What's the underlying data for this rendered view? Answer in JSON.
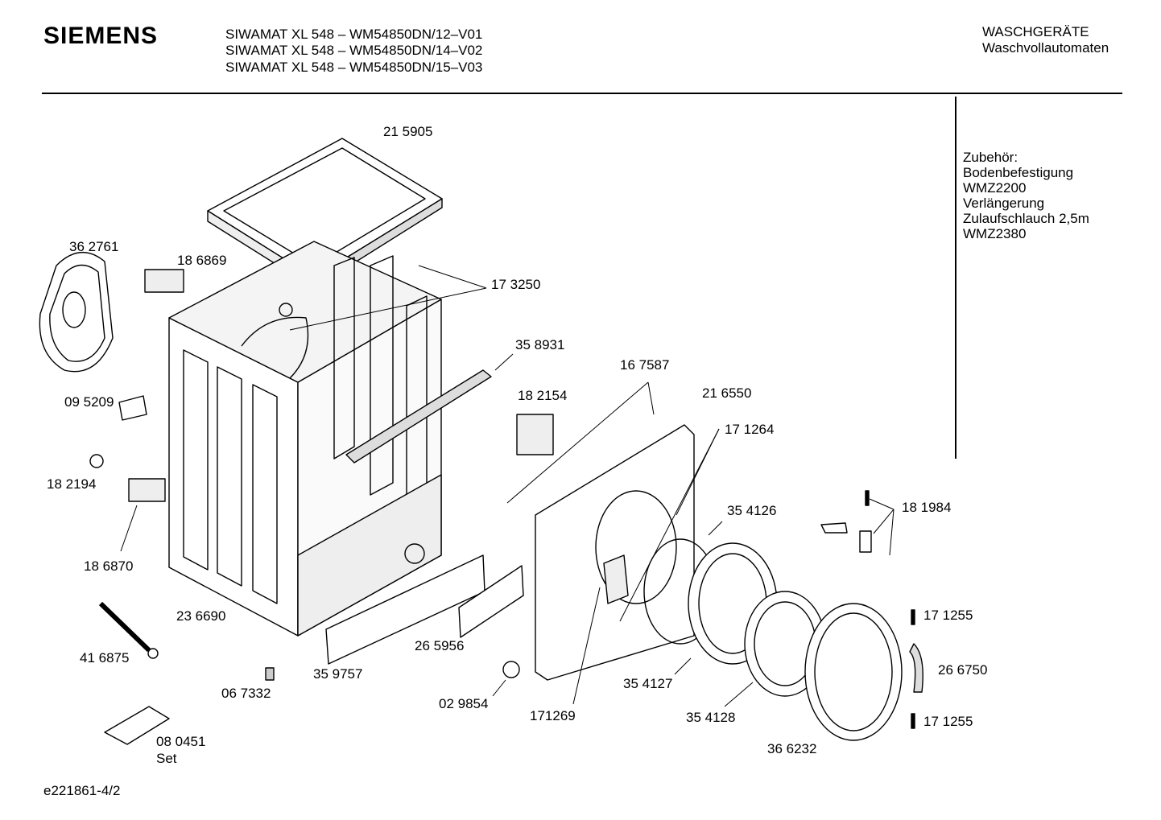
{
  "header": {
    "brand": "SIEMENS",
    "models": [
      "SIWAMAT XL 548 – WM54850DN/12–V01",
      "SIWAMAT XL 548 – WM54850DN/14–V02",
      "SIWAMAT XL 548 – WM54850DN/15–V03"
    ],
    "category": "WASCHGERÄTE",
    "subcategory": "Waschvollautomaten"
  },
  "accessories": {
    "title": "Zubehör:",
    "lines": [
      "Bodenbefestigung",
      "WMZ2200",
      "Verlängerung",
      "Zulaufschlauch 2,5m",
      "WMZ2380"
    ]
  },
  "parts": {
    "p215905": "21 5905",
    "p362761": "36 2761",
    "p186869": "18 6869",
    "p173250": "17 3250",
    "p358931": "35 8931",
    "p167587": "16 7587",
    "p182154": "18 2154",
    "p216550": "21 6550",
    "p095209": "09 5209",
    "p171264": "17 1264",
    "p182194": "18 2194",
    "p354126": "35 4126",
    "p181984": "18 1984",
    "p186870": "18 6870",
    "p236690": "23 6690",
    "p171255a": "17 1255",
    "p265956": "26 5956",
    "p416875": "41 6875",
    "p359757": "35 9757",
    "p266750": "26 6750",
    "p354127": "35 4127",
    "p067332": "06 7332",
    "p029854": "02 9854",
    "p171269": "171269",
    "p354128": "35 4128",
    "p171255b": "17 1255",
    "p080451": "08 0451",
    "p080451_set": "Set",
    "p366232": "36 6232"
  },
  "footer": {
    "code": "e221861-4/2"
  }
}
